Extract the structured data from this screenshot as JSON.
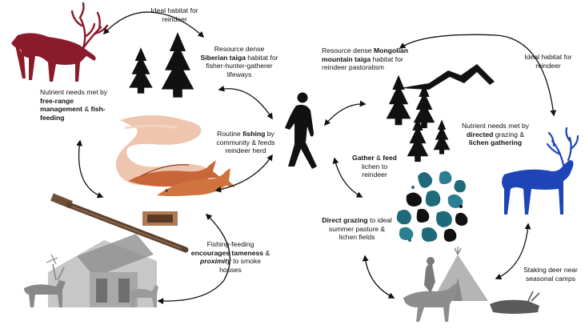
{
  "colors": {
    "red_reindeer": "#8b1a2b",
    "blue_reindeer": "#1e45b8",
    "fish": "#c8663a",
    "lichen": "#1e6a7a",
    "black": "#111111",
    "grey_photo": "#9a9a9a"
  },
  "icons": [
    "red-reindeer-icon",
    "blue-reindeer-icon",
    "pine-tree-icon",
    "mountain-icon",
    "walking-person-icon",
    "fish-icon",
    "lichen-icon",
    "wooden-tool-icon",
    "smokehouse-icon",
    "tent-icon",
    "rider-icon"
  ],
  "labels": {
    "ideal_left": "Ideal habitat for reindeer",
    "siberian": {
      "pre": "Resource dense",
      "bold": "Siberian taiga",
      "post": "habitat for fisher-hunter-gatherer lifeways"
    },
    "nutrient_left": {
      "pre": "Nutrient needs met by",
      "bold1": "free-range management",
      "mid": "&",
      "bold2": "fish-feeding"
    },
    "routine": {
      "pre": "Routine",
      "bold": "fishing",
      "post": "by community & feeds reindeer herd"
    },
    "fishing_feeding": {
      "pre": "Fishing-feeding",
      "bold1": "encourages tameness",
      "mid": "&",
      "bold2": "proximity",
      "post": "to smoke houses"
    },
    "mongolian": {
      "pre": "Resource dense",
      "bold": "Mongolian mountain taiga",
      "post": "habitat for reindeer pastoralism"
    },
    "ideal_right": "Ideal habitat for reindeer",
    "nutrient_right": {
      "pre": "Nutrient needs met by",
      "bold1": "directed",
      "mid": "grazing &",
      "bold2": "lichen gathering"
    },
    "gather": {
      "bold": "Gather",
      "mid": "&",
      "bold2": "feed",
      "post": "lichen to reindeer"
    },
    "direct": {
      "bold": "Direct grazing",
      "post": "to ideal summer pasture & lichen fields"
    },
    "staking": "Staking deer near seasonal camps"
  }
}
